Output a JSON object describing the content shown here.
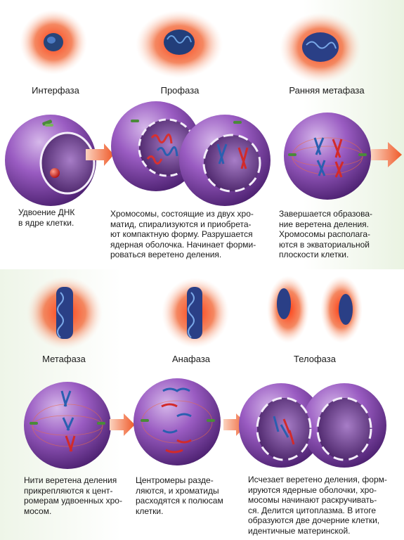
{
  "stages_top": {
    "interphase": "Интерфаза",
    "prophase": "Профаза",
    "early_metaphase": "Ранняя метафаза"
  },
  "captions_top": {
    "interphase": "Удвоение ДНК\nв ядре клетки.",
    "prophase": "Хромосомы, состоящие из двух хро-\nматид, спирализуются и приобрета-\nют компактную форму. Разрушается\nядерная оболочка. Начинает форми-\nроваться веретено деления.",
    "early_metaphase": "Завершается образова-\nние веретена деления.\nХромосомы располага-\nются в экваториальной\nплоскости клетки."
  },
  "stages_bottom": {
    "metaphase": "Метафаза",
    "anaphase": "Анафаза",
    "telophase": "Телофаза"
  },
  "captions_bottom": {
    "metaphase": "Нити веретена деления\nприкрепляются к цент-\nромерам удвоенных хро-\nмосом.",
    "anaphase": "Центромеры разде-\nляются, и хроматиды\nрасходятся к полюсам\nклетки.",
    "telophase": "Исчезает веретено деления, форм-\nируются ядерные оболочки, хро-\nмосомы начинают раскручивать-\nся. Делится цитоплазма. В итоге\nобразуются две дочерние клетки,\nидентичные материнской."
  },
  "colors": {
    "cell": "#7a3fa0",
    "cell_light": "#b48ad0",
    "blur_red": "#e8401c",
    "chrom_blue": "#2a5fb0",
    "chrom_red": "#d22a2a",
    "arrow": "#f06a3a",
    "centriole": "#4a8a3a"
  }
}
